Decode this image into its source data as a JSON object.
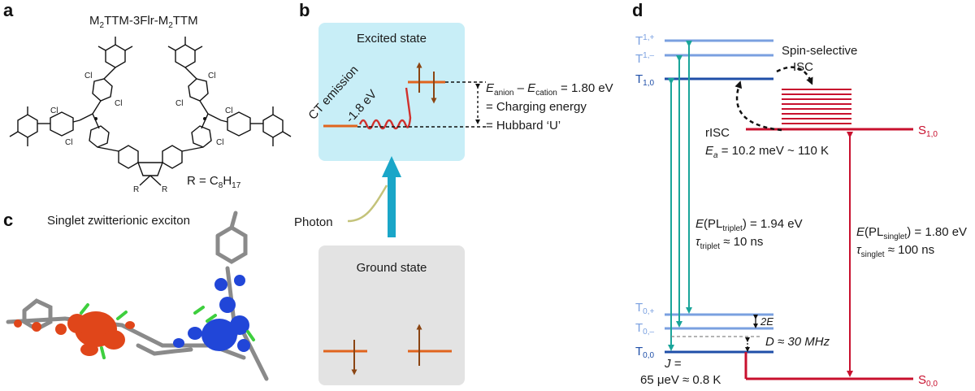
{
  "panels": {
    "a": {
      "label": "a",
      "title": {
        "main1": "M",
        "sub1": "2",
        "main2": "TTM-3Flr-M",
        "sub2": "2",
        "main3": "TTM"
      },
      "atom_cl": "Cl",
      "atom_r": "R",
      "r_def": {
        "main": "R = C",
        "sub1": "8",
        "mid": "H",
        "sub2": "17"
      }
    },
    "b": {
      "label": "b",
      "excited_state": "Excited state",
      "ground_state": "Ground state",
      "ct_emission": "CT emission",
      "ct_energy": "-1.8 eV",
      "photon": "Photon",
      "energy_lhs_anion": "E",
      "anion_sub": "anion",
      "minus": " – ",
      "energy_lhs_cation": "E",
      "cation_sub": "cation",
      "energy_value": " = 1.80 eV",
      "charging_energy": "= Charging energy",
      "hubbard": "= Hubbard ‘U’",
      "colors": {
        "excited_bg": "#c8eef7",
        "ground_bg": "#e3e3e3",
        "arrow": "#1aa6c8",
        "level": "#e0641e",
        "spin": "#8b4513",
        "emission": "#d0312d"
      }
    },
    "c": {
      "label": "c",
      "title": "Singlet zwitterionic exciton",
      "colors": {
        "hole_lobe": "#e0461a",
        "electron_lobe": "#2146d8",
        "bond": "#8a8a8a",
        "cl": "#3ecf3e"
      }
    },
    "d": {
      "label": "d",
      "levels": {
        "t1p": {
          "main": "T",
          "sub": "1,+"
        },
        "t1m": {
          "main": "T",
          "sub": "1,–"
        },
        "t10": {
          "main": "T",
          "sub": "1,0"
        },
        "t0p": {
          "main": "T",
          "sub": "0,+"
        },
        "t0m": {
          "main": "T",
          "sub": "0,–"
        },
        "t00": {
          "main": "T",
          "sub": "0,0"
        },
        "s10": {
          "main": "S",
          "sub": "1,0"
        },
        "s00": {
          "main": "S",
          "sub": "0,0"
        }
      },
      "spin_selective_1": "Spin-selective",
      "spin_selective_2": "ISC",
      "risc": "rISC",
      "ea": {
        "italic": "E",
        "sub": "a",
        "rest": " = 10.2 meV ~ 110 K"
      },
      "pl_triplet": {
        "pre": "E",
        "open": "(PL",
        "sub": "triplet",
        "rest": ") = 1.94 eV"
      },
      "tau_triplet": {
        "sym": "τ",
        "sub": "triplet",
        "rest": " ≈ 10 ns"
      },
      "pl_singlet": {
        "pre": "E",
        "open": "(PL",
        "sub": "singlet",
        "rest": ") = 1.80 eV"
      },
      "tau_singlet": {
        "sym": "τ",
        "sub": "singlet",
        "rest": " ≈ 100 ns"
      },
      "two_e": "2E",
      "d_split": "D ≈ 30 MHz",
      "j_label": "J =",
      "j_value": "65 μeV ≈ 0.8 K",
      "colors": {
        "triplet_dark": "#1f4fa8",
        "triplet_light": "#7aa0e0",
        "singlet": "#c8102e",
        "teal": "#1aa59a"
      }
    }
  }
}
